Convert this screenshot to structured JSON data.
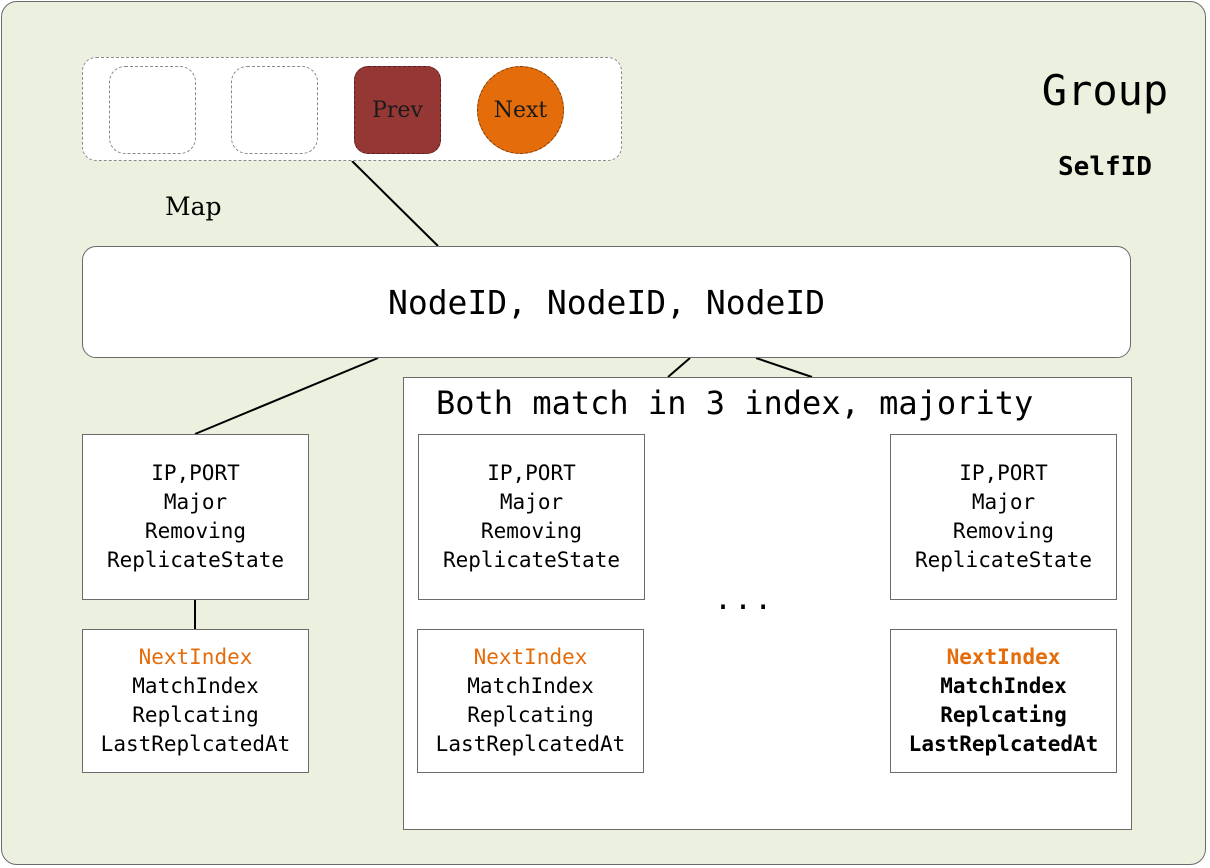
{
  "group": {
    "title": "Group",
    "self_id": "SelfID"
  },
  "map": {
    "label": "Map",
    "slots": [
      {
        "label": "",
        "state": "empty"
      },
      {
        "label": "",
        "state": "empty"
      },
      {
        "label": "Prev",
        "state": "prev",
        "color": "#953735"
      },
      {
        "label": "Next",
        "state": "next",
        "color": "#e46c0a"
      }
    ]
  },
  "nodeids": {
    "text": "NodeID, NodeID, NodeID"
  },
  "majority": {
    "title": "Both match in 3 index, majority",
    "ellipsis": "..."
  },
  "node_info": {
    "ip_port": "IP,PORT",
    "major": "Major",
    "removing": "Removing",
    "replicate_state": "ReplicateState"
  },
  "replicate_info": {
    "next_index": "NextIndex",
    "match_index": "MatchIndex",
    "replicating": "Replcating",
    "last_replicated_at": "LastReplcatedAt"
  },
  "colors": {
    "background": "#ebf1de",
    "prev": "#953735",
    "next": "#e46c0a",
    "accent_text": "#e46c0a"
  }
}
